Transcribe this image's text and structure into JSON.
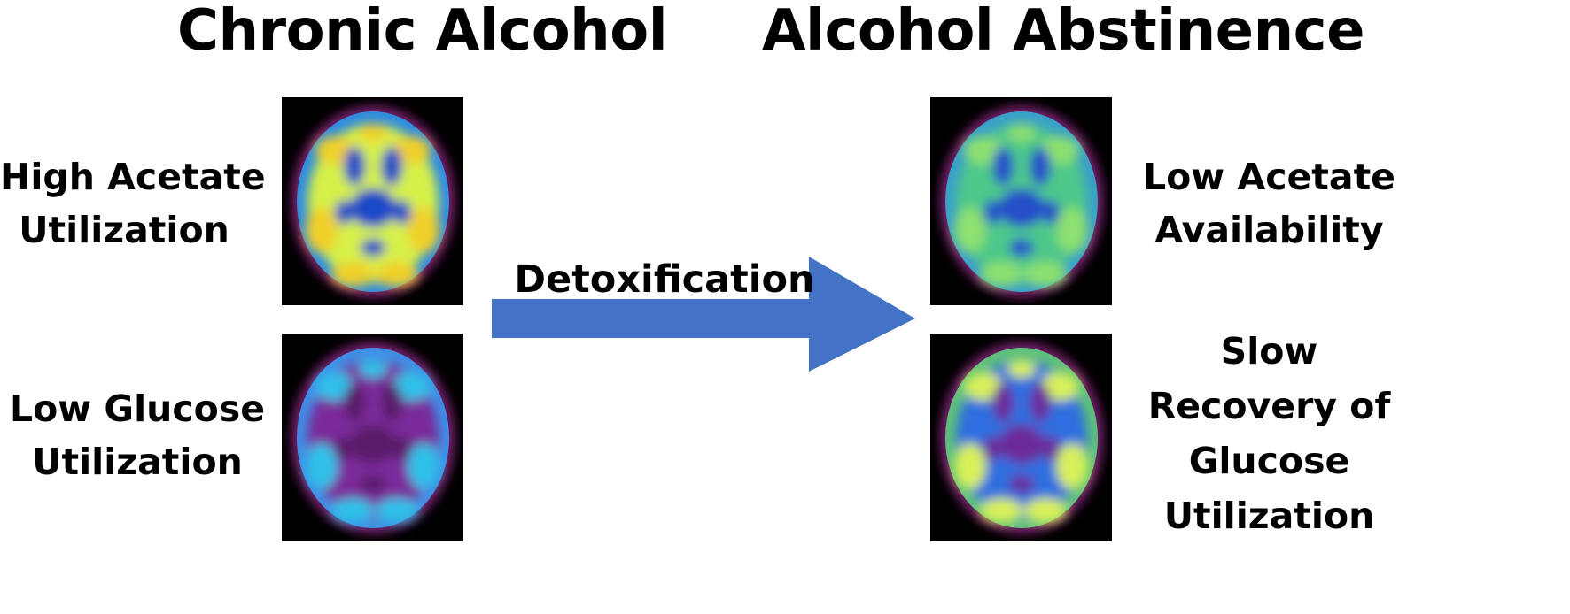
{
  "titles": {
    "left": "Chronic Alcohol",
    "right": "Alcohol Abstinence"
  },
  "labels": {
    "top_left": [
      "High Acetate",
      "Utilization"
    ],
    "bottom_left": [
      "Low Glucose",
      "Utilization"
    ],
    "top_right": [
      "Low Acetate",
      "Availability"
    ],
    "bottom_right": [
      "Slow",
      "Recovery of",
      "Glucose",
      "Utilization"
    ]
  },
  "arrow": {
    "label": "Detoxification",
    "color": "#4472c4"
  },
  "scans": {
    "top_left": {
      "palette": "high-acetate",
      "outer": "#2f8be0",
      "mid": "#d6f04a",
      "hot": "#f0d02a",
      "cold": "#1c48c8"
    },
    "bottom_left": {
      "palette": "low-glucose",
      "outer": "#3f8fe6",
      "mid": "#7a2a9a",
      "hot": "#2fc0e8",
      "cold": "#5a1a6a"
    },
    "top_right": {
      "palette": "low-acetate",
      "outer": "#3aa0c8",
      "mid": "#4ec88a",
      "hot": "#8ee070",
      "cold": "#2850c8"
    },
    "bottom_right": {
      "palette": "slow-recovery",
      "outer": "#5fc07a",
      "mid": "#2f6ee0",
      "hot": "#d8f05a",
      "cold": "#6a2a9a"
    }
  }
}
